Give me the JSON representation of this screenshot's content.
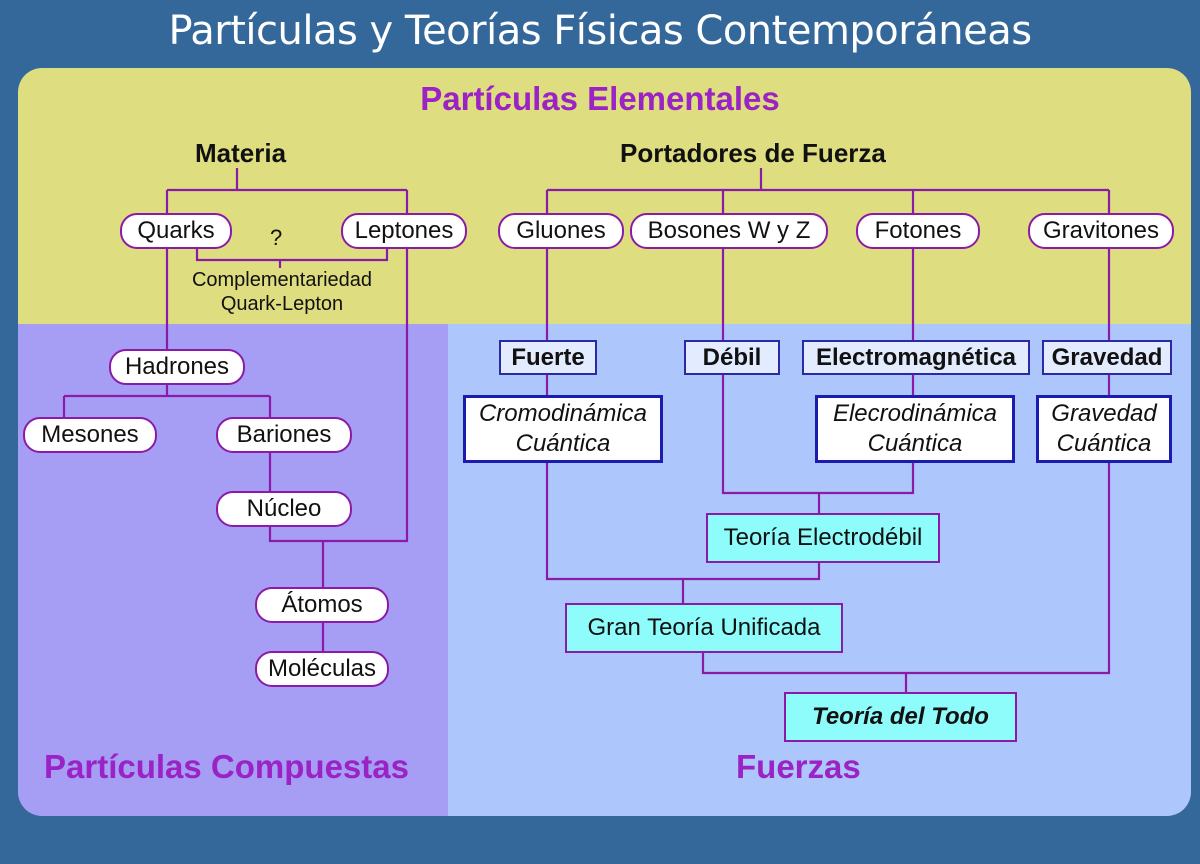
{
  "title": "Partículas y Teorías Físicas Contemporáneas",
  "sections": {
    "elementary": "Partículas Elementales",
    "composite": "Partículas Compuestas",
    "forces": "Fuerzas"
  },
  "headings": {
    "matter": "Materia",
    "carriers": "Portadores de Fuerza"
  },
  "particles": {
    "quarks": "Quarks",
    "leptons": "Leptones",
    "gluons": "Gluones",
    "wz": "Bosones W y Z",
    "photons": "Fotones",
    "gravitons": "Gravitones"
  },
  "complementarity": {
    "question": "?",
    "line1": "Complementariedad",
    "line2": "Quark-Lepton"
  },
  "composite": {
    "hadrons": "Hadrones",
    "mesons": "Mesones",
    "baryons": "Bariones",
    "nucleus": "Núcleo",
    "atoms": "Átomos",
    "molecules": "Moléculas"
  },
  "forces": {
    "strong": "Fuerte",
    "weak": "Débil",
    "em": "Electromagnética",
    "gravity": "Gravedad"
  },
  "theories": {
    "qcd": {
      "line1": "Cromodinámica",
      "line2": "Cuántica"
    },
    "qed": {
      "line1": "Elecrodinámica",
      "line2": "Cuántica"
    },
    "qg": {
      "line1": "Gravedad",
      "line2": "Cuántica"
    },
    "electroweak": "Teoría Electrodébil",
    "gut": "Gran Teoría Unificada",
    "toe": "Teoría del Todo"
  },
  "colors": {
    "background": "#34679a",
    "top_panel": "#dedd7f",
    "left_panel": "#a69ef5",
    "right_panel": "#adc6fb",
    "connector": "#8c1aa8",
    "section_title": "#9b22c4",
    "theory_border": "#1b1bb0",
    "unified_box": "#8ffcfc"
  }
}
